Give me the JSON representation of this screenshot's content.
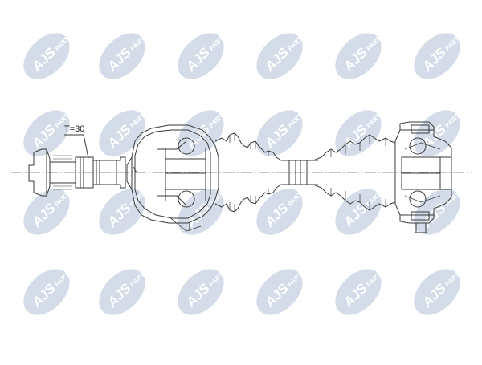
{
  "watermark": {
    "brand": "AJS",
    "suffix": "PARTS",
    "circle_color": "#d3dce8",
    "text_color": "#ffffff"
  },
  "drawing": {
    "line_color": "#3a3a3a",
    "centerline_color": "#6a6a6a",
    "spline_label": "T=30"
  }
}
